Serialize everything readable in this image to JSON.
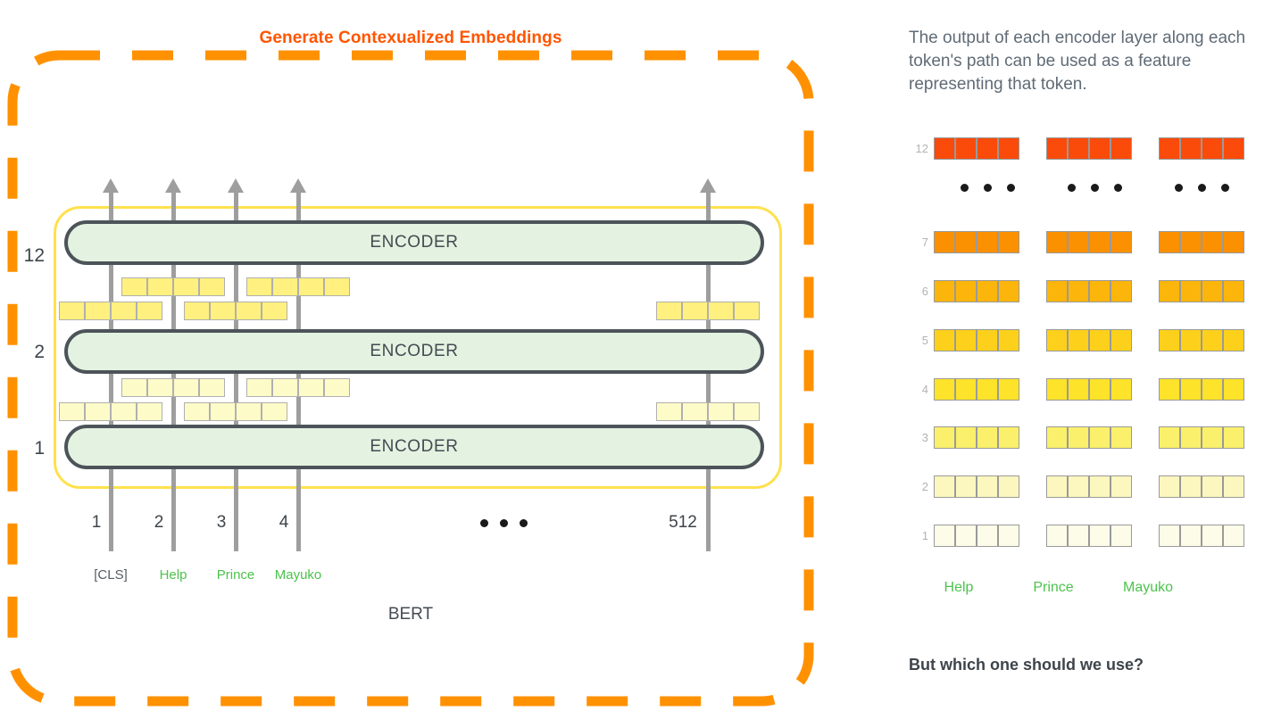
{
  "diagram": {
    "title": "Generate Contexualized Embeddings",
    "model_caption": "BERT",
    "title_color": "#FF5500",
    "highlight_color": "#FFE14D",
    "encoder_label": "ENCODER",
    "layers": [
      {
        "number": "12",
        "label": "ENCODER"
      },
      {
        "number": "2",
        "label": "ENCODER"
      },
      {
        "number": "1",
        "label": "ENCODER"
      }
    ],
    "token_indices": [
      "1",
      "2",
      "3",
      "4",
      "512"
    ],
    "token_labels": [
      {
        "text": "[CLS]",
        "style": "grey"
      },
      {
        "text": "Help",
        "style": "green"
      },
      {
        "text": "Prince",
        "style": "green"
      },
      {
        "text": "Mayuko",
        "style": "green"
      }
    ],
    "ellipsis": "•••",
    "vector_cells": 4
  },
  "right": {
    "description": "The output of each encoder layer along each token's path can be used as a feature representing that token.",
    "question": "But which one should we use?",
    "tokens": [
      "Help",
      "Prince",
      "Mayuko"
    ],
    "token_color": "#4CC34C",
    "ellipsis": "•••",
    "cells_per_vector": 4,
    "layers": [
      {
        "number": "12",
        "color": "#FA4B0A"
      },
      {
        "number": "7",
        "color": "#FB9000"
      },
      {
        "number": "6",
        "color": "#FCB60B"
      },
      {
        "number": "5",
        "color": "#FDD11B"
      },
      {
        "number": "4",
        "color": "#FDE32A"
      },
      {
        "number": "3",
        "color": "#FAF06B"
      },
      {
        "number": "2",
        "color": "#FCF7BE"
      },
      {
        "number": "1",
        "color": "#FDFCE9"
      }
    ]
  }
}
